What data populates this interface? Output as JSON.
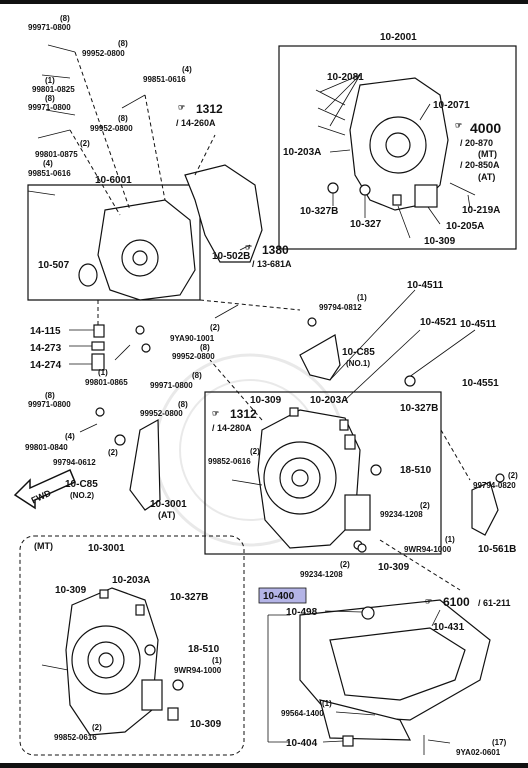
{
  "borders": {
    "top": true,
    "bottom": true
  },
  "callouts": [
    {
      "id": "10-2001",
      "text": "10-2001"
    },
    {
      "id": "10-2081",
      "text": "10-2081"
    },
    {
      "id": "10-2071",
      "text": "10-2071"
    },
    {
      "id": "10-203A-top",
      "text": "10-203A"
    },
    {
      "id": "ref4000",
      "text": "4000"
    },
    {
      "id": "ref4000-a",
      "text": "/ 20-870"
    },
    {
      "id": "ref4000-b",
      "text": "(MT)"
    },
    {
      "id": "ref4000-c",
      "text": "/ 20-850A"
    },
    {
      "id": "ref4000-d",
      "text": "(AT)"
    },
    {
      "id": "10-327B-top",
      "text": "10-327B"
    },
    {
      "id": "10-327",
      "text": "10-327"
    },
    {
      "id": "10-309-top",
      "text": "10-309"
    },
    {
      "id": "10-205A",
      "text": "10-205A"
    },
    {
      "id": "10-219A",
      "text": "10-219A"
    },
    {
      "id": "99971-0800-a-q",
      "text": "(8)"
    },
    {
      "id": "99971-0800-a",
      "text": "99971-0800"
    },
    {
      "id": "99952-0800-a-q",
      "text": "(8)"
    },
    {
      "id": "99952-0800-a",
      "text": "99952-0800"
    },
    {
      "id": "99801-0825-q",
      "text": "(1)"
    },
    {
      "id": "99801-0825",
      "text": "99801-0825"
    },
    {
      "id": "99971-0800-b-q",
      "text": "(8)"
    },
    {
      "id": "99971-0800-b",
      "text": "99971-0800"
    },
    {
      "id": "99952-0800-b-q",
      "text": "(8)"
    },
    {
      "id": "99952-0800-b",
      "text": "99952-0800"
    },
    {
      "id": "99801-0875-q",
      "text": "(2)"
    },
    {
      "id": "99801-0875",
      "text": "99801-0875"
    },
    {
      "id": "99851-0616-a-q",
      "text": "(4)"
    },
    {
      "id": "99851-0616-a",
      "text": "99851-0616"
    },
    {
      "id": "99851-0616-b-q",
      "text": "(4)"
    },
    {
      "id": "99851-0616-b",
      "text": "99851-0616"
    },
    {
      "id": "10-6001",
      "text": "10-6001"
    },
    {
      "id": "ref1312-a",
      "text": "1312"
    },
    {
      "id": "ref1312-a-sub",
      "text": "/ 14-260A"
    },
    {
      "id": "10-502B",
      "text": "10-502B"
    },
    {
      "id": "10-507",
      "text": "10-507"
    },
    {
      "id": "ref1380",
      "text": "1380"
    },
    {
      "id": "ref1380-sub",
      "text": "/ 13-681A"
    },
    {
      "id": "14-115",
      "text": "14-115"
    },
    {
      "id": "14-273",
      "text": "14-273"
    },
    {
      "id": "14-274",
      "text": "14-274"
    },
    {
      "id": "9YA90-1001-q",
      "text": "(2)"
    },
    {
      "id": "9YA90-1001",
      "text": "9YA90-1001"
    },
    {
      "id": "99952-0800-c-q",
      "text": "(8)"
    },
    {
      "id": "99952-0800-c",
      "text": "99952-0800"
    },
    {
      "id": "99801-0865-q",
      "text": "(1)"
    },
    {
      "id": "99801-0865",
      "text": "99801-0865"
    },
    {
      "id": "99971-0800-c-q",
      "text": "(8)"
    },
    {
      "id": "99971-0800-c",
      "text": "99971-0800"
    },
    {
      "id": "99794-0812-q",
      "text": "(1)"
    },
    {
      "id": "99794-0812",
      "text": "99794-0812"
    },
    {
      "id": "10-4511-a",
      "text": "10-4511"
    },
    {
      "id": "10-4521",
      "text": "10-4521"
    },
    {
      "id": "10-4511-b",
      "text": "10-4511"
    },
    {
      "id": "10-C85-a",
      "text": "10-C85"
    },
    {
      "id": "10-C85-a-sub",
      "text": "(NO.1)"
    },
    {
      "id": "10-4551",
      "text": "10-4551"
    },
    {
      "id": "99971-0800-d-q",
      "text": "(8)"
    },
    {
      "id": "99971-0800-d",
      "text": "99971-0800"
    },
    {
      "id": "99952-0800-d-q",
      "text": "(8)"
    },
    {
      "id": "99952-0800-d",
      "text": "99952-0800"
    },
    {
      "id": "99801-0840-q",
      "text": "(4)"
    },
    {
      "id": "99801-0840",
      "text": "99801-0840"
    },
    {
      "id": "99794-0612-q",
      "text": "(2)"
    },
    {
      "id": "99794-0612",
      "text": "99794-0612"
    },
    {
      "id": "10-C85-b",
      "text": "10-C85"
    },
    {
      "id": "10-C85-b-sub",
      "text": "(NO.2)"
    },
    {
      "id": "fwd",
      "text": "FWD"
    },
    {
      "id": "10-309-mid",
      "text": "10-309"
    },
    {
      "id": "10-203A-mid",
      "text": "10-203A"
    },
    {
      "id": "10-327B-mid",
      "text": "10-327B"
    },
    {
      "id": "ref1312-b",
      "text": "1312"
    },
    {
      "id": "ref1312-b-sub",
      "text": "/ 14-280A"
    },
    {
      "id": "99852-0616-a-q",
      "text": "(2)"
    },
    {
      "id": "99852-0616-a",
      "text": "99852-0616"
    },
    {
      "id": "18-510-a",
      "text": "18-510"
    },
    {
      "id": "99794-0820-q",
      "text": "(2)"
    },
    {
      "id": "99794-0820",
      "text": "99794-0820"
    },
    {
      "id": "10-3001-a",
      "text": "10-3001"
    },
    {
      "id": "at",
      "text": "(AT)"
    },
    {
      "id": "99234-1208-a-q",
      "text": "(2)"
    },
    {
      "id": "99234-1208-a",
      "text": "99234-1208"
    },
    {
      "id": "9WR94-1000-a-q",
      "text": "(1)"
    },
    {
      "id": "9WR94-1000-a",
      "text": "9WR94-1000"
    },
    {
      "id": "10-561B",
      "text": "10-561B"
    },
    {
      "id": "99234-1208-b-q",
      "text": "(2)"
    },
    {
      "id": "99234-1208-b",
      "text": "99234-1208"
    },
    {
      "id": "10-309-mid2",
      "text": "10-309"
    },
    {
      "id": "ref6100",
      "text": "6100"
    },
    {
      "id": "ref6100-sub",
      "text": "/ 61-211"
    },
    {
      "id": "mt",
      "text": "(MT)"
    },
    {
      "id": "10-3001-b",
      "text": "10-3001"
    },
    {
      "id": "10-309-bl",
      "text": "10-309"
    },
    {
      "id": "10-203A-bl",
      "text": "10-203A"
    },
    {
      "id": "10-327B-bl",
      "text": "10-327B"
    },
    {
      "id": "18-510-b",
      "text": "18-510"
    },
    {
      "id": "9WR94-1000-b-q",
      "text": "(1)"
    },
    {
      "id": "9WR94-1000-b",
      "text": "9WR94-1000"
    },
    {
      "id": "99852-0616-b-q",
      "text": "(2)"
    },
    {
      "id": "99852-0616-b",
      "text": "99852-0616"
    },
    {
      "id": "10-309-bl2",
      "text": "10-309"
    },
    {
      "id": "10-400",
      "text": "10-400"
    },
    {
      "id": "10-498",
      "text": "10-498"
    },
    {
      "id": "10-431",
      "text": "10-431"
    },
    {
      "id": "99564-1400-q",
      "text": "(1)"
    },
    {
      "id": "99564-1400",
      "text": "99564-1400"
    },
    {
      "id": "10-404",
      "text": "10-404"
    },
    {
      "id": "9YA02-0601-q",
      "text": "(17)"
    },
    {
      "id": "9YA02-0601",
      "text": "9YA02-0601"
    }
  ]
}
